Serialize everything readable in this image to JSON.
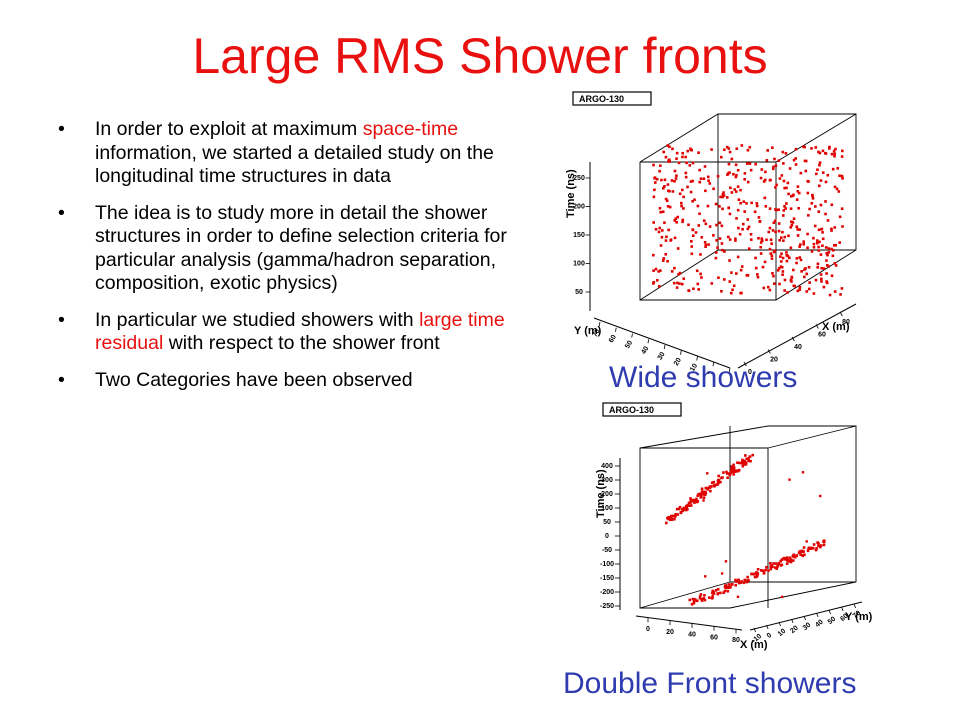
{
  "title": "Large RMS Shower fronts",
  "bullets": [
    {
      "parts": [
        {
          "text": "In  order to exploit at maximum ",
          "color": "default"
        },
        {
          "text": "space-time",
          "color": "red"
        },
        {
          "text": " information, we started a detailed study on the longitudinal time structures in data",
          "color": "default"
        }
      ]
    },
    {
      "parts": [
        {
          "text": "The idea is to study more in detail the shower structures in order to define selection criteria for particular analysis (gamma/hadron separation, composition, exotic physics)",
          "color": "default"
        }
      ]
    },
    {
      "parts": [
        {
          "text": "In particular we studied showers with ",
          "color": "default"
        },
        {
          "text": "large time residual",
          "color": "red"
        },
        {
          "text": " with respect to the shower front",
          "color": "default"
        }
      ]
    },
    {
      "parts": [
        {
          "text": "Two Categories have been observed",
          "color": "blue"
        }
      ]
    }
  ],
  "bullet_char": "•",
  "plots": {
    "wide": {
      "tag": "ARGO-130",
      "caption": "Wide showers",
      "z_label": "Time (ns)",
      "x_label": "X (m)",
      "y_label": "Y (m)",
      "z_ticks": [
        "250",
        "200",
        "150",
        "100",
        "50"
      ],
      "y_ticks": [
        "70",
        "60",
        "50",
        "40",
        "30",
        "20",
        "10",
        "0",
        "-10"
      ],
      "x_ticks": [
        "0",
        "20",
        "40",
        "60",
        "80"
      ]
    },
    "double": {
      "tag": "ARGO-130",
      "caption": "Double Front showers",
      "z_label": "Time (ns)",
      "x_label": "X (m)",
      "y_label": "Y (m)",
      "z_ticks": [
        "400",
        "300",
        "200",
        "100",
        "50",
        "0",
        "-50",
        "-100",
        "-150",
        "-200",
        "-250"
      ],
      "x_ticks": [
        "0",
        "20",
        "40",
        "60",
        "80"
      ],
      "y_ticks": [
        "-10",
        "0",
        "10",
        "20",
        "30",
        "40",
        "50",
        "60",
        "70"
      ]
    }
  },
  "colors": {
    "title": "#e8110f",
    "highlight_red": "#e8110f",
    "highlight_blue": "#2e3cb0",
    "points": "#e00000"
  }
}
